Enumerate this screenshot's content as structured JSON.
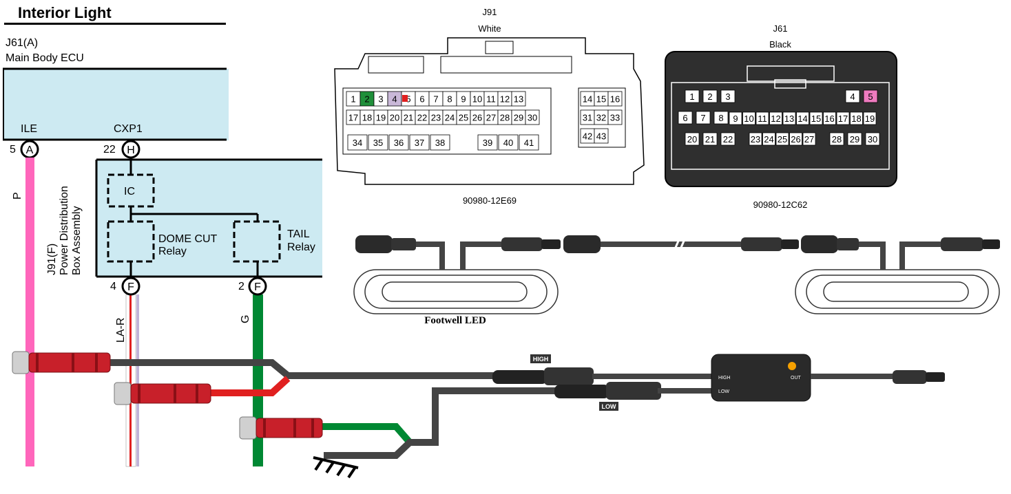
{
  "title": "Interior Light",
  "ecu": {
    "ref": "J61(A)",
    "name": "Main Body ECU",
    "pin1_label": "ILE",
    "pin2_label": "CXP1"
  },
  "ecu_pins": [
    {
      "num": "5",
      "letter": "A"
    },
    {
      "num": "22",
      "letter": "H"
    }
  ],
  "pdb": {
    "ref": "J91(F)",
    "line1": "Power Distribution",
    "line2": "Box Assembly",
    "ic": "IC",
    "dome_line1": "DOME CUT",
    "dome_line2": "Relay",
    "tail_line1": "TAIL",
    "tail_line2": "Relay"
  },
  "pdb_pins": [
    {
      "num": "4",
      "letter": "F"
    },
    {
      "num": "2",
      "letter": "F"
    }
  ],
  "wires": {
    "p": "P",
    "lar": "LA-R",
    "g": "G"
  },
  "colors": {
    "pink": "#ff66bb",
    "green": "#008833",
    "red": "#e02020",
    "box_fill": "#cdeaf2"
  },
  "j91": {
    "ref": "J91",
    "color": "White",
    "part": "90980-12E69",
    "row1": [
      "1",
      "2",
      "3",
      "4",
      "5",
      "6",
      "7",
      "8",
      "9",
      "10",
      "11",
      "12",
      "13"
    ],
    "row2": [
      "17",
      "18",
      "19",
      "20",
      "21",
      "22",
      "23",
      "24",
      "25",
      "26",
      "27",
      "28",
      "29",
      "30"
    ],
    "row3a": [
      "34",
      "35",
      "36",
      "37",
      "38"
    ],
    "row3b": [
      "39",
      "40",
      "41"
    ],
    "side": [
      "14",
      "15",
      "16",
      "31",
      "32",
      "33",
      "42",
      "43"
    ]
  },
  "j61": {
    "ref": "J61",
    "color": "Black",
    "part": "90980-12C62",
    "row1a": [
      "1",
      "2",
      "3"
    ],
    "row1b": [
      "4",
      "5"
    ],
    "row2": [
      "6",
      "7",
      "8",
      "9",
      "10",
      "11",
      "12",
      "13",
      "14",
      "15",
      "16",
      "17",
      "18",
      "19"
    ],
    "row3a": [
      "20",
      "21",
      "22"
    ],
    "row3b": [
      "23",
      "24",
      "25",
      "26",
      "27"
    ],
    "row3c": [
      "28",
      "29",
      "30"
    ]
  },
  "led": {
    "label": "Footwell LED"
  },
  "controller": {
    "high": "HIGH",
    "low": "LOW",
    "out": "OUT"
  },
  "tags": {
    "high": "HIGH",
    "low": "LOW"
  }
}
